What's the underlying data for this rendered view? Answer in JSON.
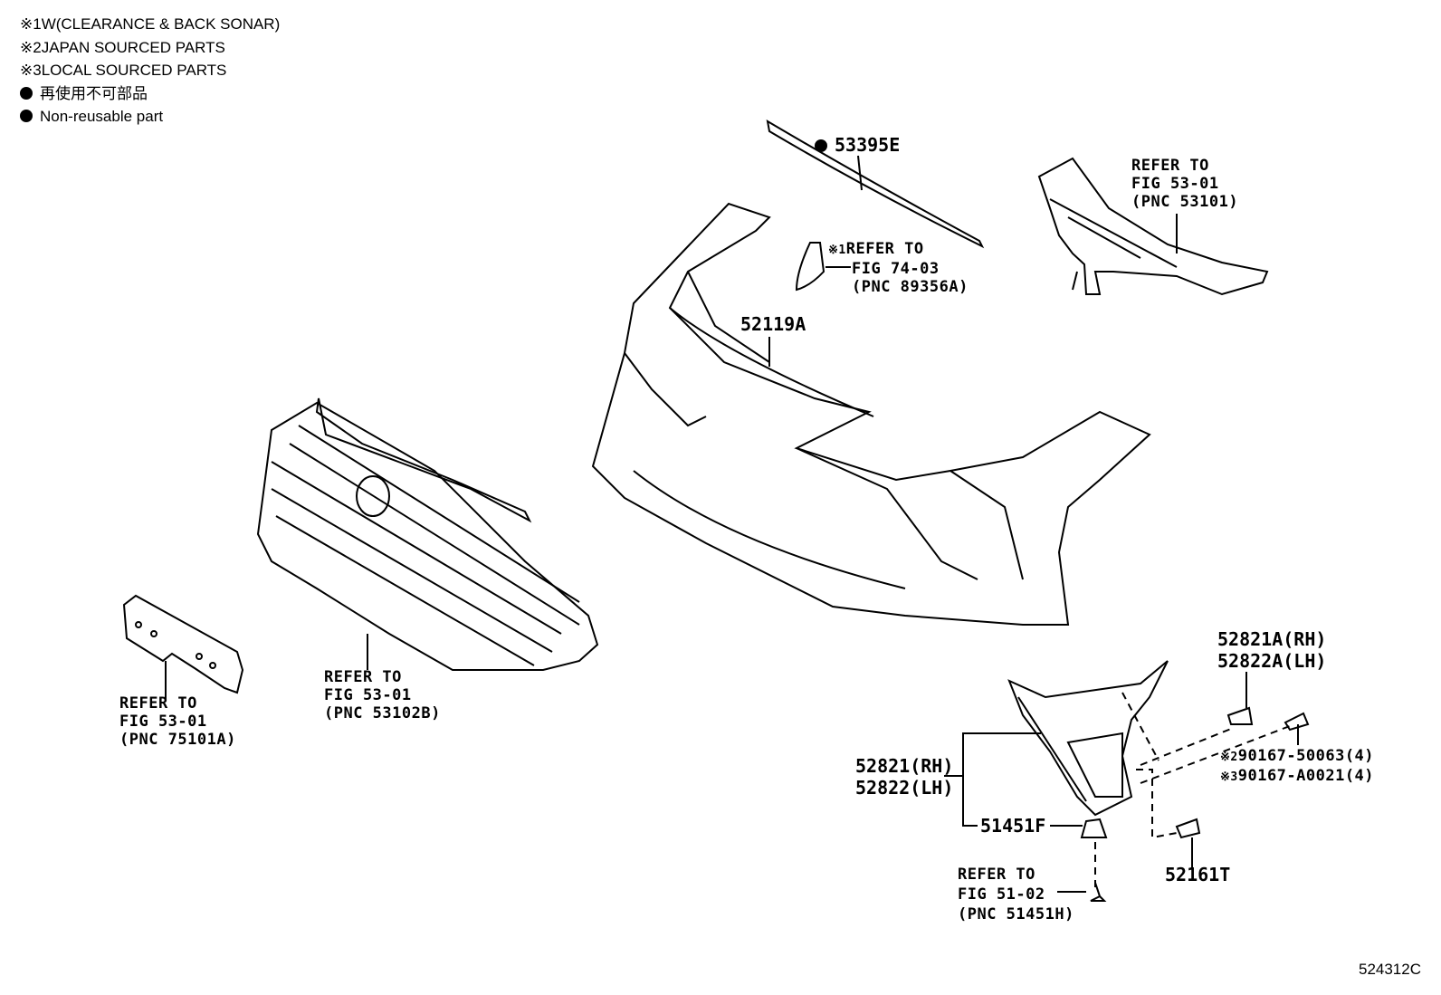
{
  "legend": [
    {
      "mark": "※1",
      "text": "W(CLEARANCE & BACK SONAR)"
    },
    {
      "mark": "※2",
      "text": "JAPAN SOURCED PARTS"
    },
    {
      "mark": "※3",
      "text": "LOCAL SOURCED PARTS"
    },
    {
      "mark": "●",
      "text": "再使用不可部品"
    },
    {
      "mark": "●",
      "text": "Non-reusable part"
    }
  ],
  "parts": {
    "molding": "53395E",
    "sonar_ref": {
      "mark": "※1",
      "line1": "REFER TO",
      "line2": "FIG 74-03",
      "line3": "(PNC 89356A)"
    },
    "reinforcement_ref": {
      "line1": "REFER TO",
      "line2": "FIG 53-01",
      "line3": "(PNC 53101)"
    },
    "bumper_cover": "52119A",
    "grille_ref": {
      "line1": "REFER TO",
      "line2": "FIG 53-01",
      "line3": "(PNC 53102B)"
    },
    "plate_ref": {
      "line1": "REFER TO",
      "line2": "FIG 53-01",
      "line3": "(PNC 75101A)"
    },
    "clip_a": {
      "rh": "52821A(RH)",
      "lh": "52822A(LH)"
    },
    "screw": {
      "j_mark": "※2",
      "j": "90167-50063(4)",
      "l_mark": "※3",
      "l": "90167-A0021(4)"
    },
    "garnish": {
      "rh": "52821(RH)",
      "lh": "52822(LH)"
    },
    "nut": "51451F",
    "bolt_ref": {
      "line1": "REFER TO",
      "line2": "FIG 51-02",
      "line3": "(PNC 51451H)"
    },
    "bracket": "52161T"
  },
  "figure_code": "524312C"
}
